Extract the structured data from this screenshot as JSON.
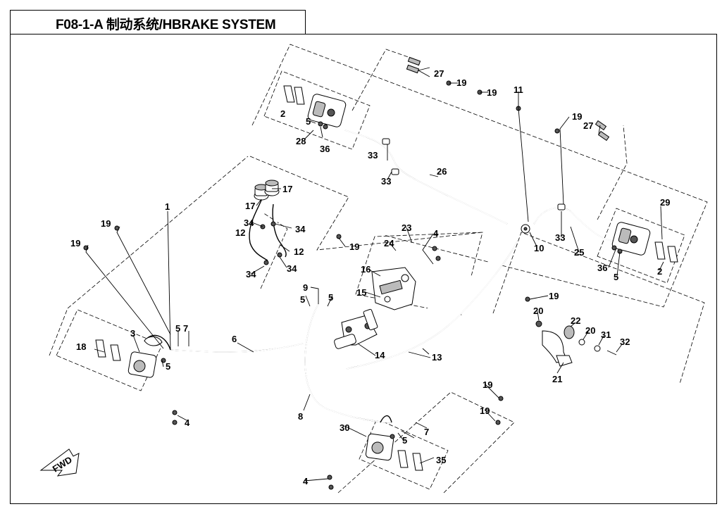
{
  "header": {
    "title": "F08-1-A  制动系统/HBRAKE SYSTEM"
  },
  "direction_badge": {
    "label": "FWD",
    "icon": "forward-arrow-icon"
  },
  "callouts": {
    "c1": "1",
    "c2a": "2",
    "c2b": "2",
    "c3": "3",
    "c4a": "4",
    "c4b": "4",
    "c4c": "4",
    "c5a": "5",
    "c5b": "5",
    "c5c": "5",
    "c5d": "5",
    "c5e": "5",
    "c5f": "5",
    "c5g": "5",
    "c6": "6",
    "c7a": "7",
    "c7b": "7",
    "c8": "8",
    "c9": "9",
    "c10": "10",
    "c11": "11",
    "c12a": "12",
    "c12b": "12",
    "c13": "13",
    "c14": "14",
    "c15": "15",
    "c16": "16",
    "c17a": "17",
    "c17b": "17",
    "c18": "18",
    "c19a": "19",
    "c19b": "19",
    "c19c": "19",
    "c19d": "19",
    "c19e": "19",
    "c19f": "19",
    "c19g": "19",
    "c19h": "19",
    "c19i": "19",
    "c20a": "20",
    "c20b": "20",
    "c21": "21",
    "c22": "22",
    "c23": "23",
    "c24": "24",
    "c25": "25",
    "c26": "26",
    "c27a": "27",
    "c27b": "27",
    "c28": "28",
    "c29": "29",
    "c30": "30",
    "c31": "31",
    "c32": "32",
    "c33a": "33",
    "c33b": "33",
    "c33c": "33",
    "c34a": "34",
    "c34b": "34",
    "c34c": "34",
    "c34d": "34",
    "c35": "35",
    "c36a": "36",
    "c36b": "36"
  }
}
